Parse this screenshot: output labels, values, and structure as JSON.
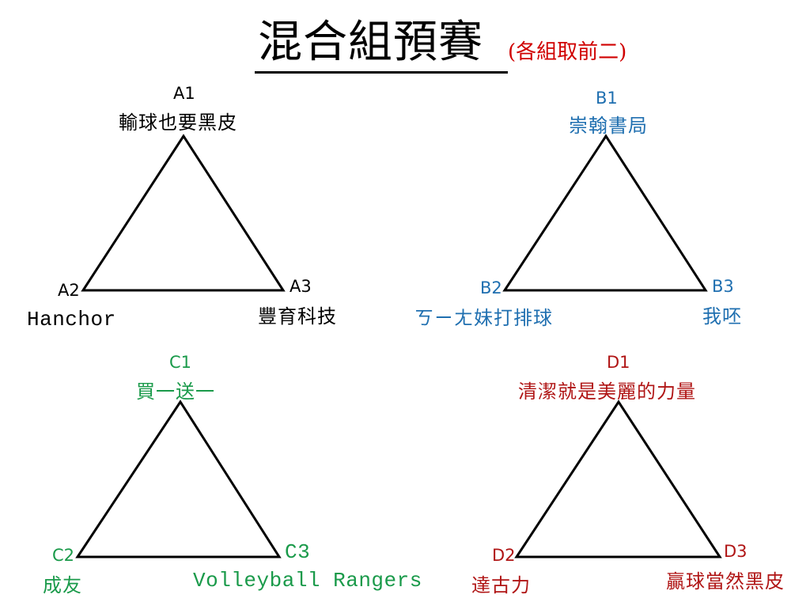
{
  "title": "混合組預賽",
  "subtitle": "(各組取前二)",
  "colors": {
    "A": "#000000",
    "B": "#1f6fb0",
    "C": "#1a9a4a",
    "D": "#b01515",
    "subtitle": "#d00000"
  },
  "groups": {
    "A": {
      "seed1": "A1",
      "seed2": "A2",
      "seed3": "A3",
      "team1": "輸球也要黑皮",
      "team2": "Hanchor",
      "team3": "豐育科技"
    },
    "B": {
      "seed1": "B1",
      "seed2": "B2",
      "seed3": "B3",
      "team1": "崇翰書局",
      "team2": "ㄎㄧㄤ妹打排球",
      "team3": "我呸"
    },
    "C": {
      "seed1": "C1",
      "seed2": "C2",
      "seed3": "C3",
      "team1": "買一送一",
      "team2": "成友",
      "team3": "Volleyball Rangers"
    },
    "D": {
      "seed1": "D1",
      "seed2": "D2",
      "seed3": "D3",
      "team1": "清潔就是美麗的力量",
      "team2": "達古力",
      "team3": "贏球當然黑皮"
    }
  }
}
